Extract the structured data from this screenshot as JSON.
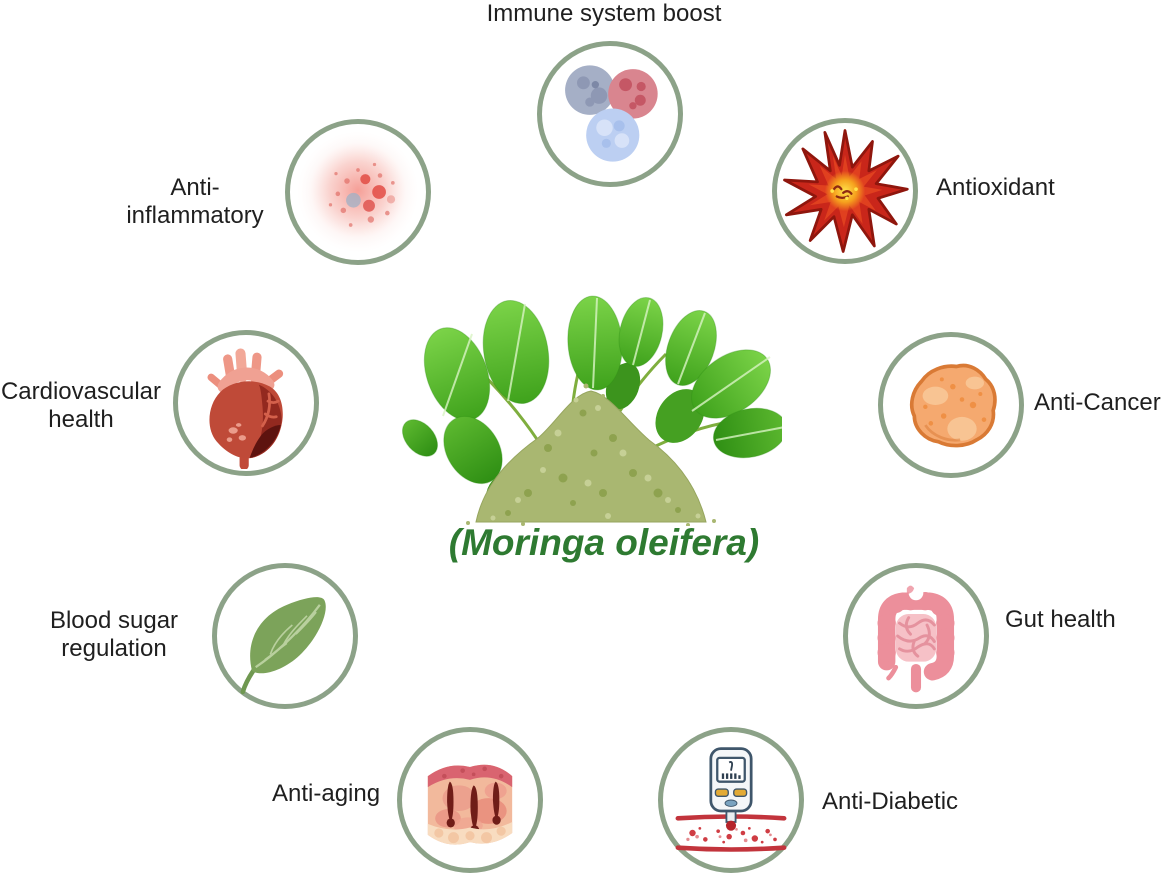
{
  "title": {
    "center_label": "(Moringa oleifera)"
  },
  "colors": {
    "ring": "#8ca288",
    "label": "#1f1f1f",
    "title": "#2e7a31",
    "background": "#ffffff"
  },
  "benefits": [
    {
      "id": "immune",
      "label": "Immune system boost",
      "lines": [
        "Immune system boost"
      ],
      "icon": "immune-cells-icon"
    },
    {
      "id": "antioxidant",
      "label": "Antioxidant",
      "lines": [
        "Antioxidant"
      ],
      "icon": "antioxidant-burst-icon"
    },
    {
      "id": "anti-cancer",
      "label": "Anti-Cancer",
      "lines": [
        "Anti-Cancer"
      ],
      "icon": "cancer-cell-icon"
    },
    {
      "id": "gut-health",
      "label": "Gut health",
      "lines": [
        "Gut health"
      ],
      "icon": "intestine-icon"
    },
    {
      "id": "anti-diabetic",
      "label": "Anti-Diabetic",
      "lines": [
        "Anti-Diabetic"
      ],
      "icon": "glucometer-icon"
    },
    {
      "id": "anti-aging",
      "label": "Anti-aging",
      "lines": [
        "Anti-aging"
      ],
      "icon": "skin-layers-icon"
    },
    {
      "id": "blood-sugar",
      "label": "Blood sugar regulation",
      "lines": [
        "Blood sugar",
        "regulation"
      ],
      "icon": "leaf-icon"
    },
    {
      "id": "cardiovascular",
      "label": "Cardiovascular health",
      "lines": [
        "Cardiovascular",
        "health"
      ],
      "icon": "heart-icon"
    },
    {
      "id": "anti-inflammatory",
      "label": "Anti-inflammatory",
      "lines": [
        "Anti-",
        "inflammatory"
      ],
      "icon": "inflammation-icon"
    }
  ]
}
